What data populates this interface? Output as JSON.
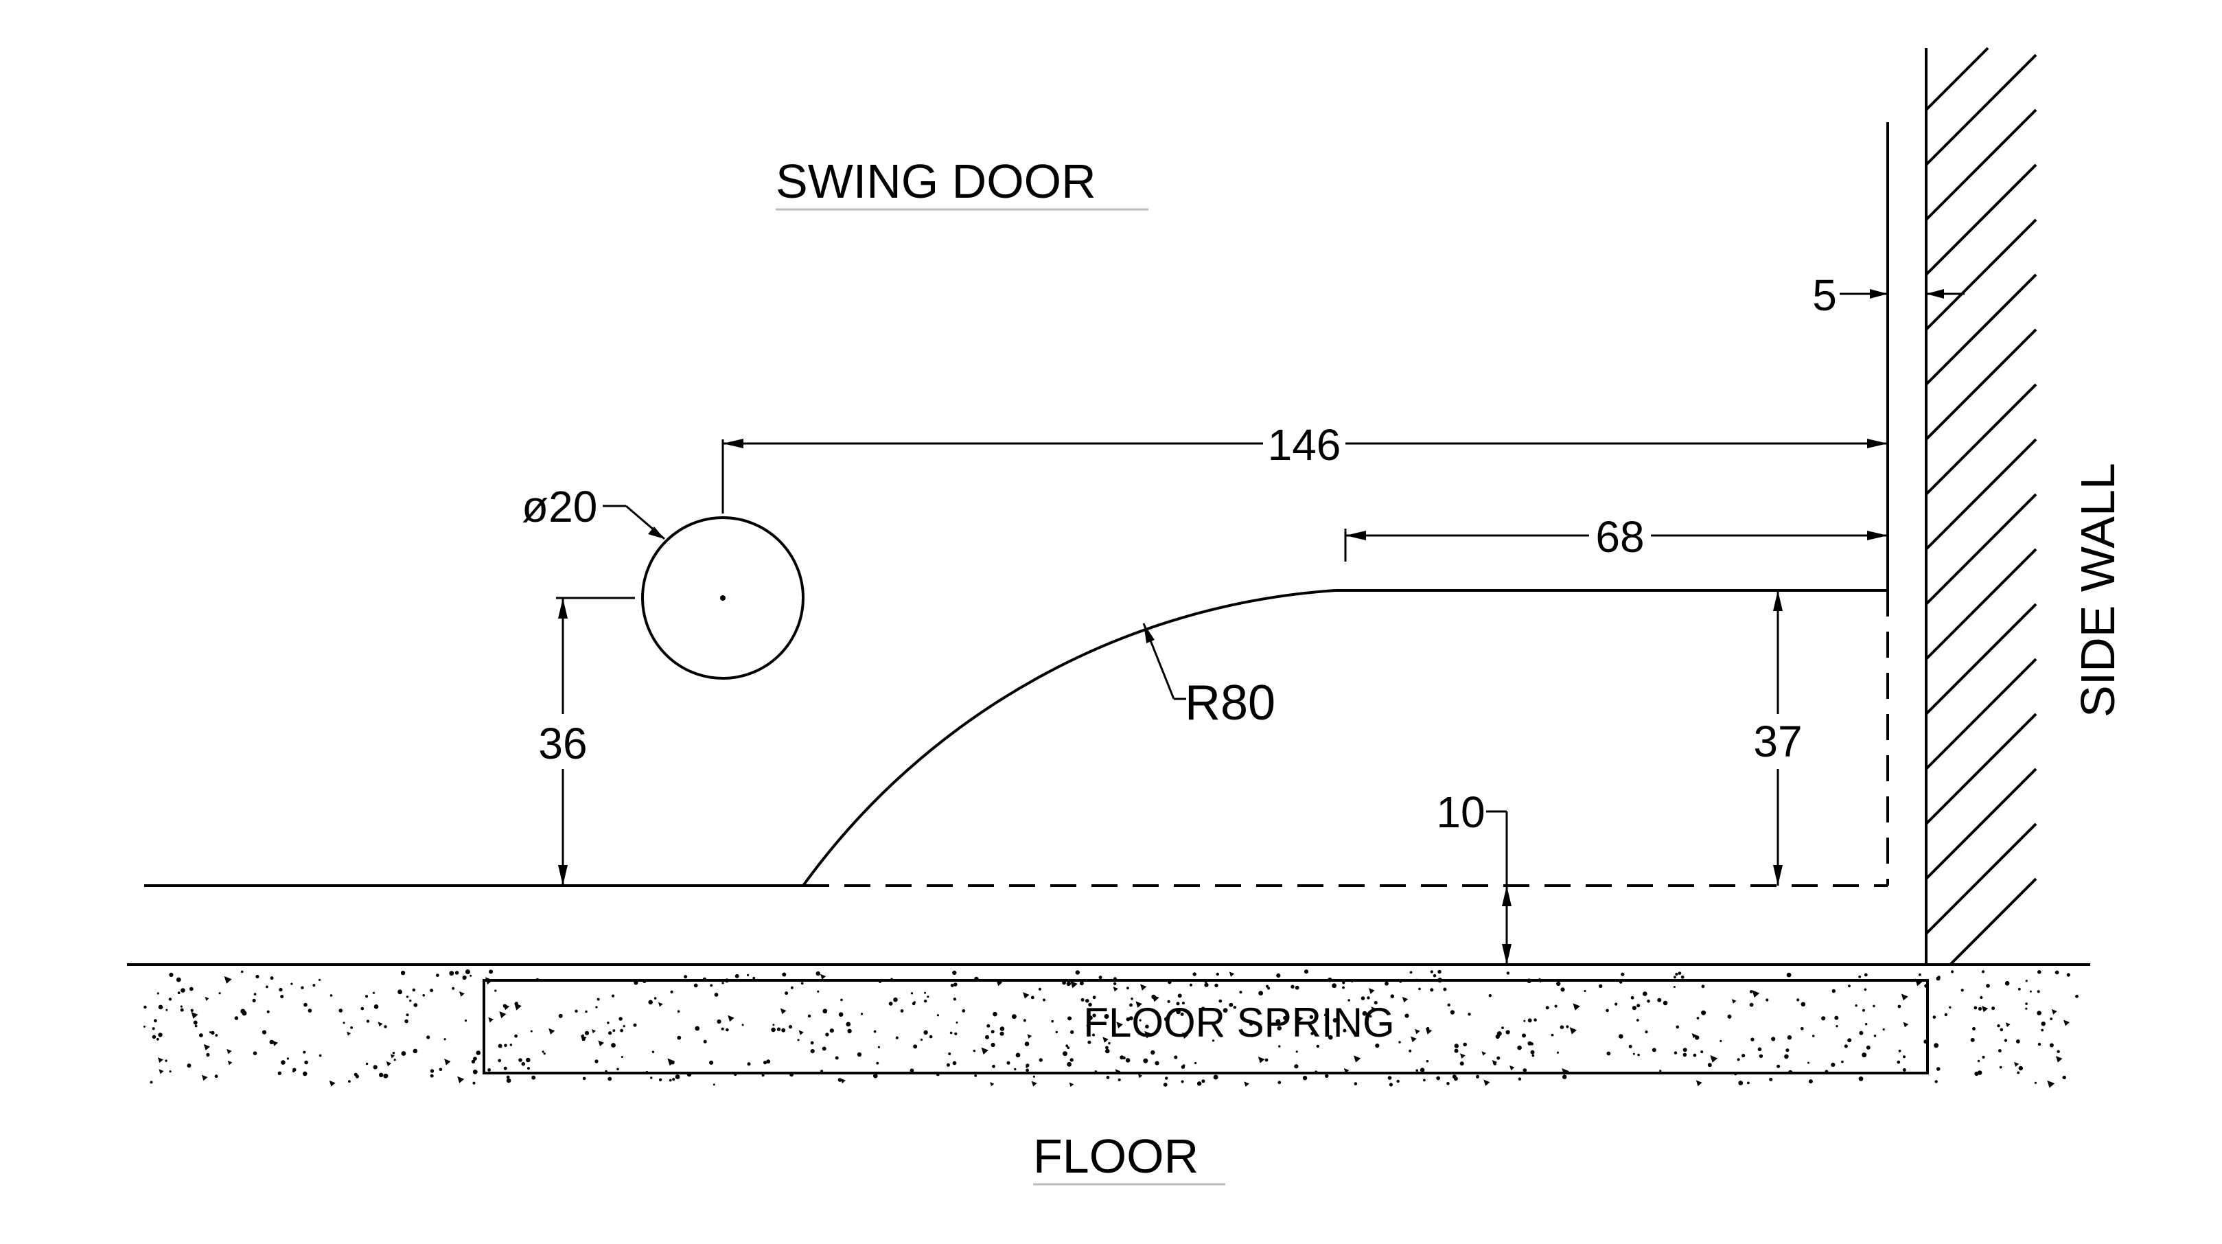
{
  "labels": {
    "swing_door": "SWING DOOR",
    "side_wall": "SIDE WALL",
    "floor": "FLOOR",
    "floor_spring": "FLOOR SPRING"
  },
  "dimensions": {
    "gap_to_wall": "5",
    "width_to_pivot": "146",
    "flat_length": "68",
    "diameter": "ø20",
    "pivot_height": "36",
    "radius": "R80",
    "profile_height": "37",
    "floor_clearance": "10"
  }
}
